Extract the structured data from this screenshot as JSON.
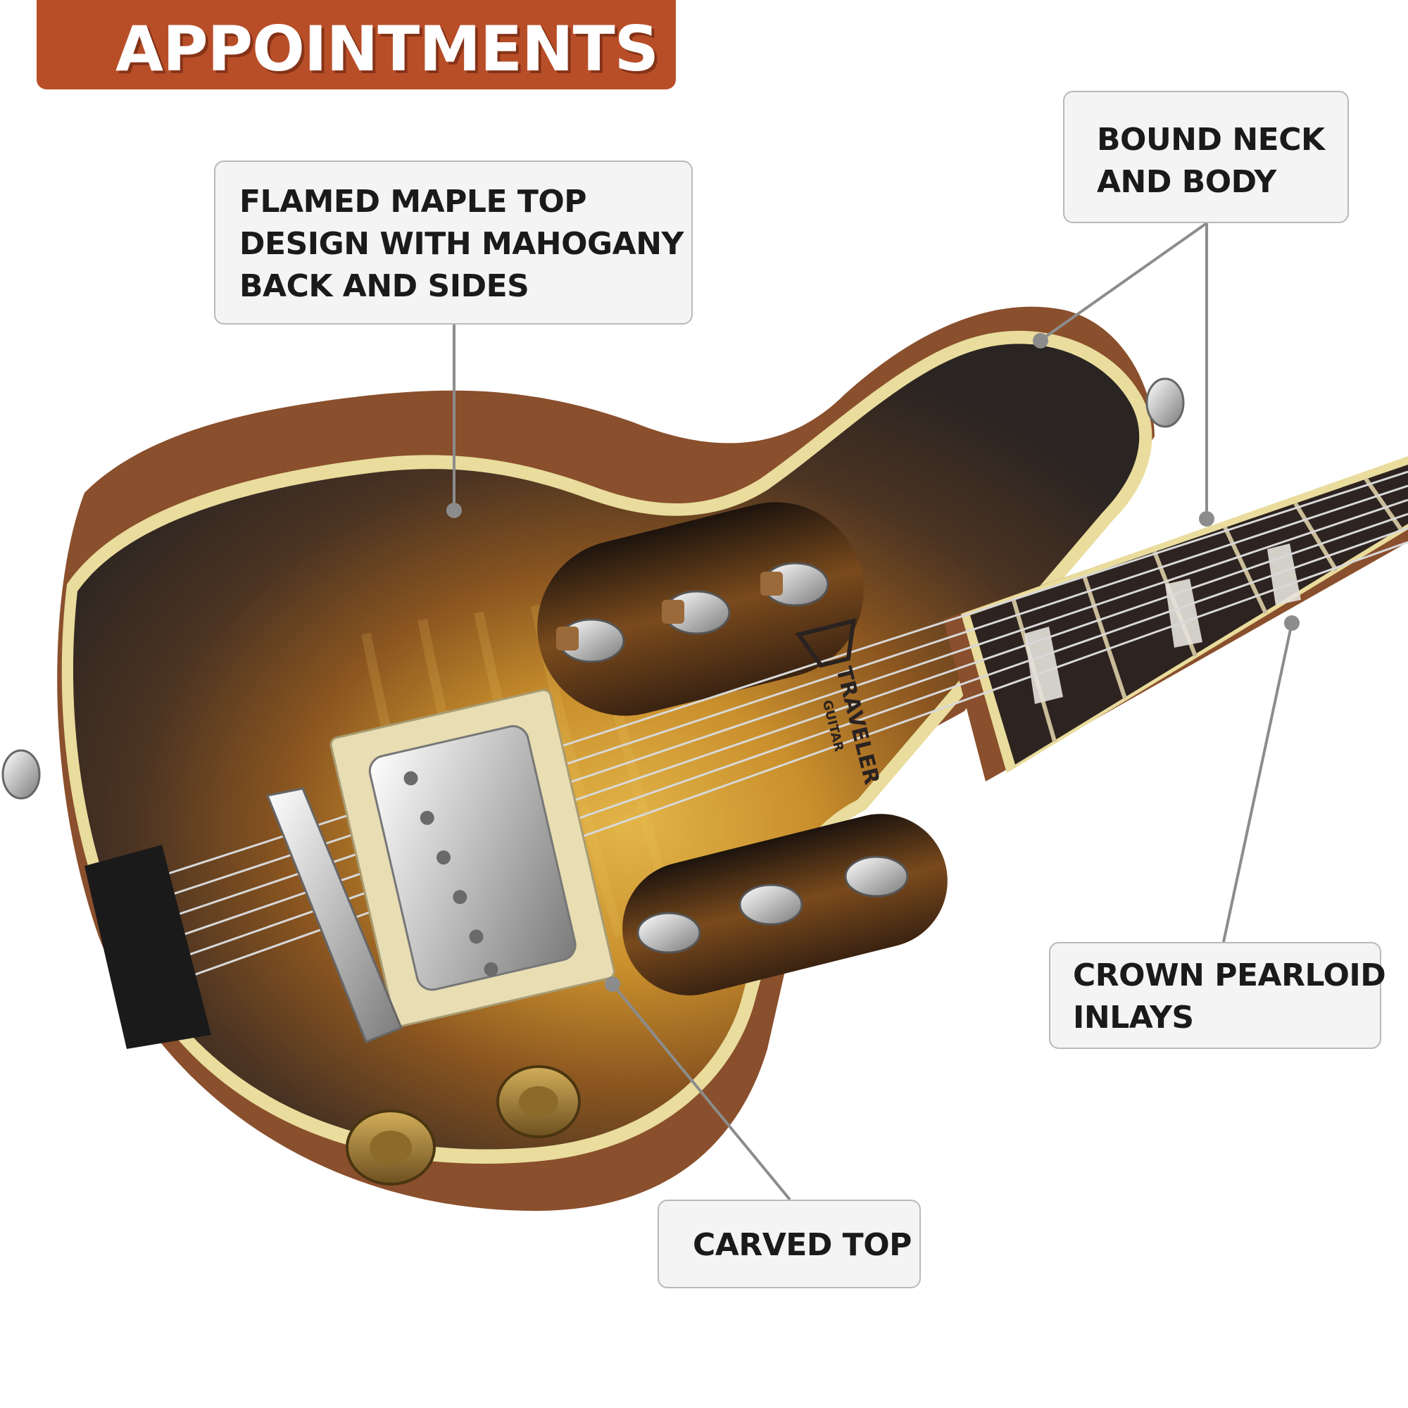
{
  "header": {
    "title": "APPOINTMENTS"
  },
  "callouts": {
    "flamed_maple": {
      "lines": [
        "FLAMED MAPLE TOP",
        "DESIGN WITH MAHOGANY",
        "BACK AND SIDES"
      ]
    },
    "bound_neck": {
      "lines": [
        "BOUND NECK",
        "AND BODY"
      ]
    },
    "crown_inlays": {
      "lines": [
        "CROWN PEARLOID",
        "INLAYS"
      ]
    },
    "carved_top": {
      "lines": [
        "CARVED TOP"
      ]
    }
  },
  "guitar": {
    "logo_text": "TRAVELER",
    "logo_subtext": "GUITAR"
  },
  "colors": {
    "banner": "#b84e28",
    "callout_bg": "#f4f4f4",
    "callout_border": "#b9b9b9",
    "leader_line": "#8c8c8c",
    "sunburst_center": "#d9a43a",
    "sunburst_edge": "#2a2422",
    "binding": "#e9dc9d",
    "mahogany": "#8a4f2c",
    "fretboard": "#2d2320"
  }
}
